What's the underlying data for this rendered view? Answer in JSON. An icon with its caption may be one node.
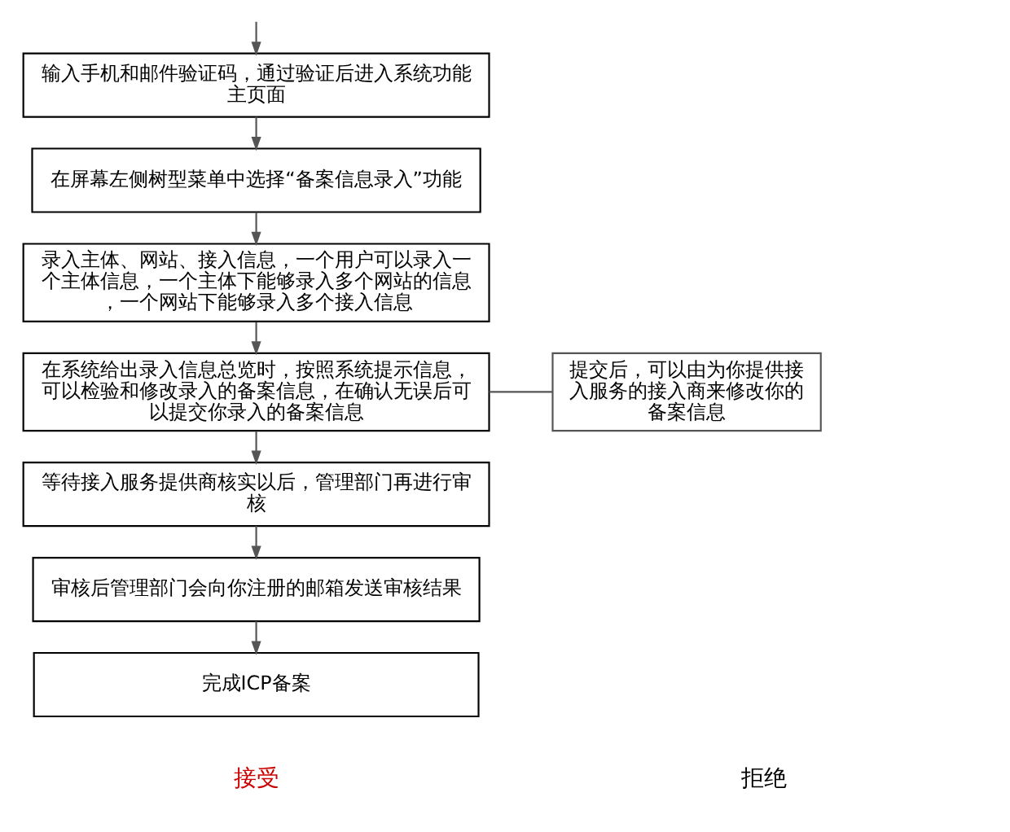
{
  "diagram": {
    "nodes": [
      {
        "text": [
          "输入手机和邮件验证码，通过验证后进入系统功能主页面"
        ]
      },
      {
        "text": [
          "在屏幕左侧树型菜单中选择“备案信息录入”功能"
        ]
      },
      {
        "text": [
          "录入主体、网站、接入信息，一个用户可以录入一个主体信息，一个主体下能够录入多个网站的信息，一个网站下能够录入多个接入信息"
        ]
      },
      {
        "text": [
          "在系统给出录入信息总览时，按照系统提示信息，可以检验和修改录入的备案信息，在确认无误后可以提交你录入的备案信息"
        ]
      },
      {
        "text": [
          "提交后，可以由为你提供接入服务的接入商来修改你的备案信息"
        ]
      },
      {
        "text": [
          "等待接入服务提供商核实以后，管理部门再进行审核"
        ]
      },
      {
        "text": [
          "审核后管理部门会向你注册的邮箱发送审核结果"
        ]
      },
      {
        "text": [
          "完成ICP备案"
        ]
      }
    ],
    "edges": [
      {
        "from": null,
        "to": 0,
        "arrow": "to"
      },
      {
        "from": 0,
        "to": 1,
        "arrow": "to"
      },
      {
        "from": 1,
        "to": 2,
        "arrow": "to"
      },
      {
        "from": 2,
        "to": 3,
        "arrow": "to"
      },
      {
        "from": 3,
        "to": 4,
        "arrow": "none"
      },
      {
        "from": 3,
        "to": 5,
        "arrow": "to"
      },
      {
        "from": 5,
        "to": 6,
        "arrow": "to"
      },
      {
        "from": 6,
        "to": 7,
        "arrow": "to"
      }
    ],
    "labels": [
      "接受",
      "拒绝"
    ]
  }
}
